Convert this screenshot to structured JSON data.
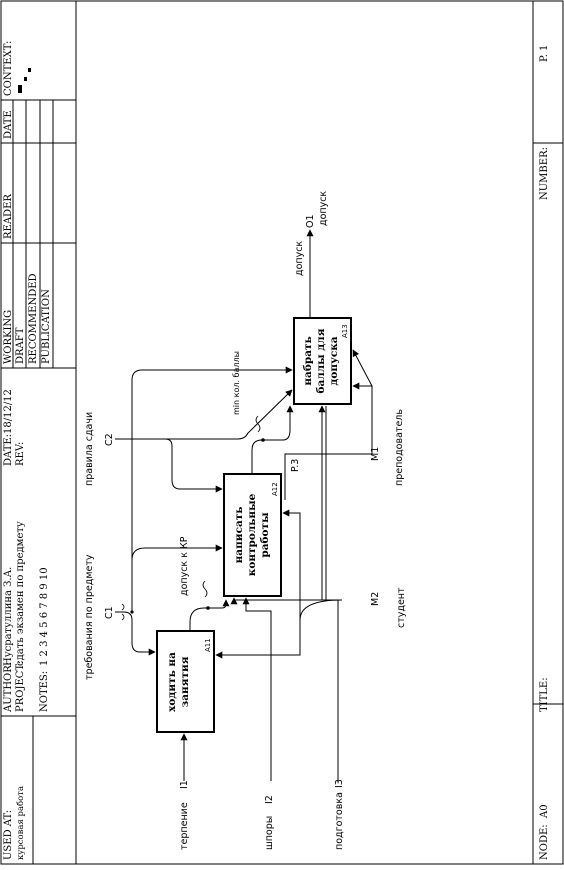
{
  "header": {
    "used_at_label": "USED AT:",
    "used_at_value": "курсовая работа",
    "author_label": "AUTHOR:",
    "author_value": "Нусратуллина З.А.",
    "project_label": "PROJECT:",
    "project_value": "сдать экзамен по предмету",
    "notes_label": "NOTES:",
    "notes_value": "1  2  3  4  5  6  7  8  9  10",
    "date_label": "DATE:",
    "date_value": "18/12/12",
    "rev_label": "REV:",
    "status_items": [
      "WORKING",
      "DRAFT",
      "RECOMMENDED",
      "PUBLICATION"
    ],
    "reader_label": "READER",
    "date2_label": "DATE",
    "context_label": "CONTEXT:"
  },
  "footer": {
    "node_label": "NODE:",
    "node_value": "A0",
    "title_label": "TITLE:",
    "number_label": "NUMBER:",
    "page_value": "P. 1"
  },
  "activities": [
    {
      "id": "A11",
      "name_lines": [
        "ходить на",
        "занятия"
      ]
    },
    {
      "id": "A12",
      "name_lines": [
        "написать",
        "контрольные",
        "работы"
      ]
    },
    {
      "id": "A13",
      "name_lines": [
        "набрать",
        "баллы для",
        "допуска"
      ]
    }
  ],
  "inputs": [
    {
      "code": "I1",
      "label": "терпение"
    },
    {
      "code": "I2",
      "label": "шпоры"
    },
    {
      "code": "I3",
      "label": "подготовка"
    }
  ],
  "controls": [
    {
      "code": "C1",
      "label": "требования по предмету"
    },
    {
      "code": "C2",
      "label": "правила сдачи"
    }
  ],
  "mechanisms": [
    {
      "code": "M2",
      "label": "студент"
    },
    {
      "code": "M1",
      "label": "преподователь"
    }
  ],
  "outputs": [
    {
      "code": "O1",
      "label": "допуск"
    }
  ],
  "internal_arrows": [
    {
      "label": "допуск к КР"
    },
    {
      "label": "min кол. баллы"
    },
    {
      "label": "допуск"
    }
  ],
  "reference": {
    "label": "P.3"
  }
}
